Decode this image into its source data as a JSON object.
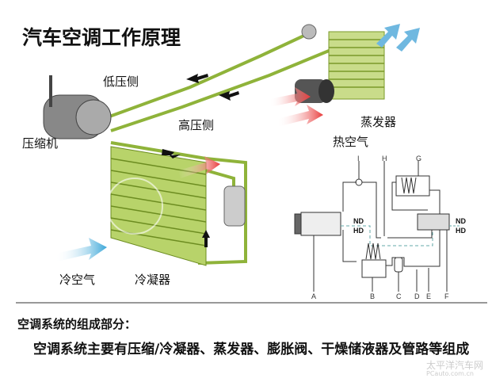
{
  "title": "汽车空调工作原理",
  "labels": {
    "low_pressure": "低压侧",
    "high_pressure": "高压侧",
    "compressor": "压缩机",
    "evaporator": "蒸发器",
    "hot_air": "热空气",
    "cold_air": "冷空气",
    "condenser": "冷凝器"
  },
  "schematic": {
    "letters": [
      "A",
      "B",
      "C",
      "D",
      "E",
      "F",
      "G",
      "H",
      "I"
    ],
    "nd": "ND",
    "hd": "HD"
  },
  "section_title": "空调系统的组成部分：",
  "section_body": "空调系统主要有压缩/冷凝器、蒸发器、膨胀阀、干燥储液器及管路等组成",
  "watermark": {
    "cn": "太平洋汽车网",
    "en": "PCauto.com.cn"
  },
  "colors": {
    "pipe": "#8fb33a",
    "condenser": "#9fc24a",
    "hot": "#e83a3a",
    "cold": "#3aa6d8"
  }
}
